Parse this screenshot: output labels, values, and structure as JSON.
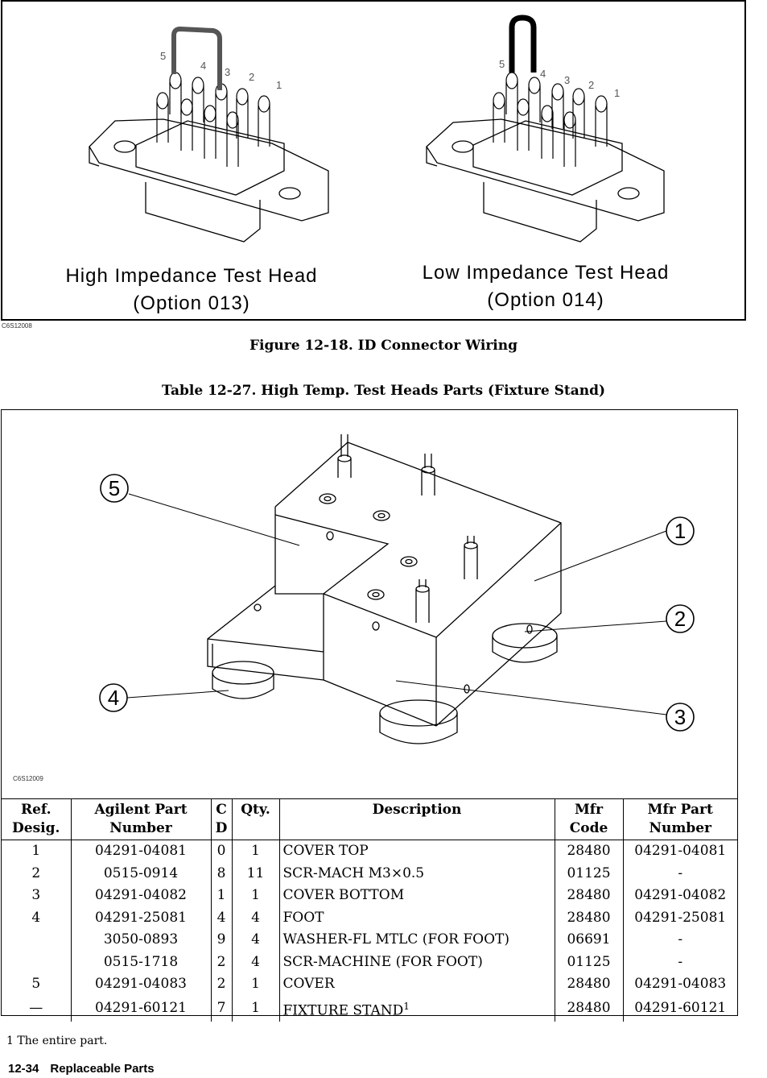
{
  "figure1": {
    "left_label_line1": "High Impedance Test Head",
    "left_label_line2": "(Option 013)",
    "right_label_line1": "Low Impedance Test Head",
    "right_label_line2": "(Option 014)",
    "pin_labels": [
      "5",
      "4",
      "3",
      "2",
      "1"
    ],
    "image_code": "C6S12008",
    "caption": "Figure 12-18. ID Connector Wiring"
  },
  "table": {
    "caption": "Table 12-27. High Temp. Test Heads Parts (Fixture Stand)",
    "image_code": "C6S12009",
    "callouts": [
      "1",
      "2",
      "3",
      "4",
      "5"
    ],
    "headers": {
      "ref": [
        "Ref.",
        "Desig."
      ],
      "agilent": [
        "Agilent Part",
        "Number"
      ],
      "cd": [
        "C",
        "D"
      ],
      "qty": "Qty.",
      "desc": "Description",
      "mfr_code": [
        "Mfr",
        "Code"
      ],
      "mfr_part": [
        "Mfr Part",
        "Number"
      ]
    },
    "rows": [
      {
        "ref": "1",
        "part": "04291-04081",
        "cd": "0",
        "qty": "1",
        "desc": "COVER TOP",
        "code": "28480",
        "mpart": "04291-04081"
      },
      {
        "ref": "2",
        "part": "0515-0914",
        "cd": "8",
        "qty": "11",
        "desc": "SCR-MACH M3×0.5",
        "code": "01125",
        "mpart": "-"
      },
      {
        "ref": "3",
        "part": "04291-04082",
        "cd": "1",
        "qty": "1",
        "desc": "COVER BOTTOM",
        "code": "28480",
        "mpart": "04291-04082"
      },
      {
        "ref": "4",
        "part": "04291-25081",
        "cd": "4",
        "qty": "4",
        "desc": "FOOT",
        "code": "28480",
        "mpart": "04291-25081"
      },
      {
        "ref": "",
        "part": "3050-0893",
        "cd": "9",
        "qty": "4",
        "desc": "WASHER-FL MTLC (FOR FOOT)",
        "code": "06691",
        "mpart": "-"
      },
      {
        "ref": "",
        "part": "0515-1718",
        "cd": "2",
        "qty": "4",
        "desc": "SCR-MACHINE (FOR FOOT)",
        "code": "01125",
        "mpart": "-"
      },
      {
        "ref": "5",
        "part": "04291-04083",
        "cd": "2",
        "qty": "1",
        "desc": "COVER",
        "code": "28480",
        "mpart": "04291-04083"
      },
      {
        "ref": "—",
        "part": "04291-60121",
        "cd": "7",
        "qty": "1",
        "desc": "FIXTURE STAND",
        "desc_sup": "1",
        "code": "28480",
        "mpart": "04291-60121"
      }
    ]
  },
  "footnote": "1 The entire part.",
  "footer": {
    "page": "12-34",
    "section": "Replaceable Parts"
  }
}
